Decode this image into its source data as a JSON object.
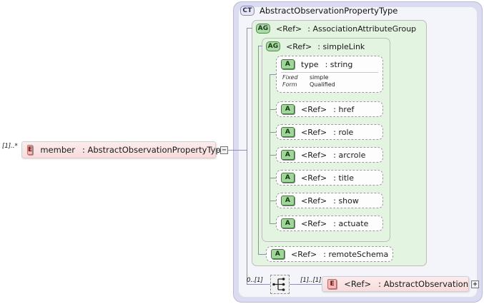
{
  "diagram": {
    "type": "xsd-schema-diagram",
    "root_element": {
      "icon": "element-badge",
      "badge": "E",
      "name": "member",
      "separator": ":",
      "type": "AbstractObservationPropertyType",
      "cardinality": "[1]..*",
      "toggle": "−"
    },
    "complex_type": {
      "badge": "CT",
      "name": "AbstractObservationPropertyType"
    },
    "attribute_group_outer": {
      "badge": "AG",
      "ref": "<Ref>",
      "separator": ":",
      "name": "AssociationAttributeGroup"
    },
    "attribute_group_inner": {
      "badge": "AG",
      "ref": "<Ref>",
      "separator": ":",
      "name": "simpleLink"
    },
    "type_attribute": {
      "badge": "A",
      "name": "type",
      "separator": ":",
      "type": "string",
      "facets": [
        {
          "key": "Fixed",
          "value": "simple"
        },
        {
          "key": "Form",
          "value": "Qualified"
        }
      ]
    },
    "attributes": [
      {
        "badge": "A",
        "ref": "<Ref>",
        "separator": ":",
        "name": "href"
      },
      {
        "badge": "A",
        "ref": "<Ref>",
        "separator": ":",
        "name": "role"
      },
      {
        "badge": "A",
        "ref": "<Ref>",
        "separator": ":",
        "name": "arcrole"
      },
      {
        "badge": "A",
        "ref": "<Ref>",
        "separator": ":",
        "name": "title"
      },
      {
        "badge": "A",
        "ref": "<Ref>",
        "separator": ":",
        "name": "show"
      },
      {
        "badge": "A",
        "ref": "<Ref>",
        "separator": ":",
        "name": "actuate"
      }
    ],
    "remote_schema_attribute": {
      "badge": "A",
      "ref": "<Ref>",
      "separator": ":",
      "name": "remoteSchema"
    },
    "sequence": {
      "icon": "sequence-compositor-icon",
      "cardinality": "0..[1]"
    },
    "child_element": {
      "badge": "E",
      "ref": "<Ref>",
      "separator": ":",
      "name": "AbstractObservation",
      "cardinality": "[1]..[1]",
      "toggle": "+"
    },
    "colors": {
      "container_fill": "#dcdcf0",
      "container_inner": "#f4f4fb",
      "group_fill": "#e3f4e0",
      "element_fill": "#fdecec",
      "attribute_badge": "#9fd79a",
      "element_badge": "#f3b8b8",
      "connector": "#8f8fa8"
    }
  }
}
